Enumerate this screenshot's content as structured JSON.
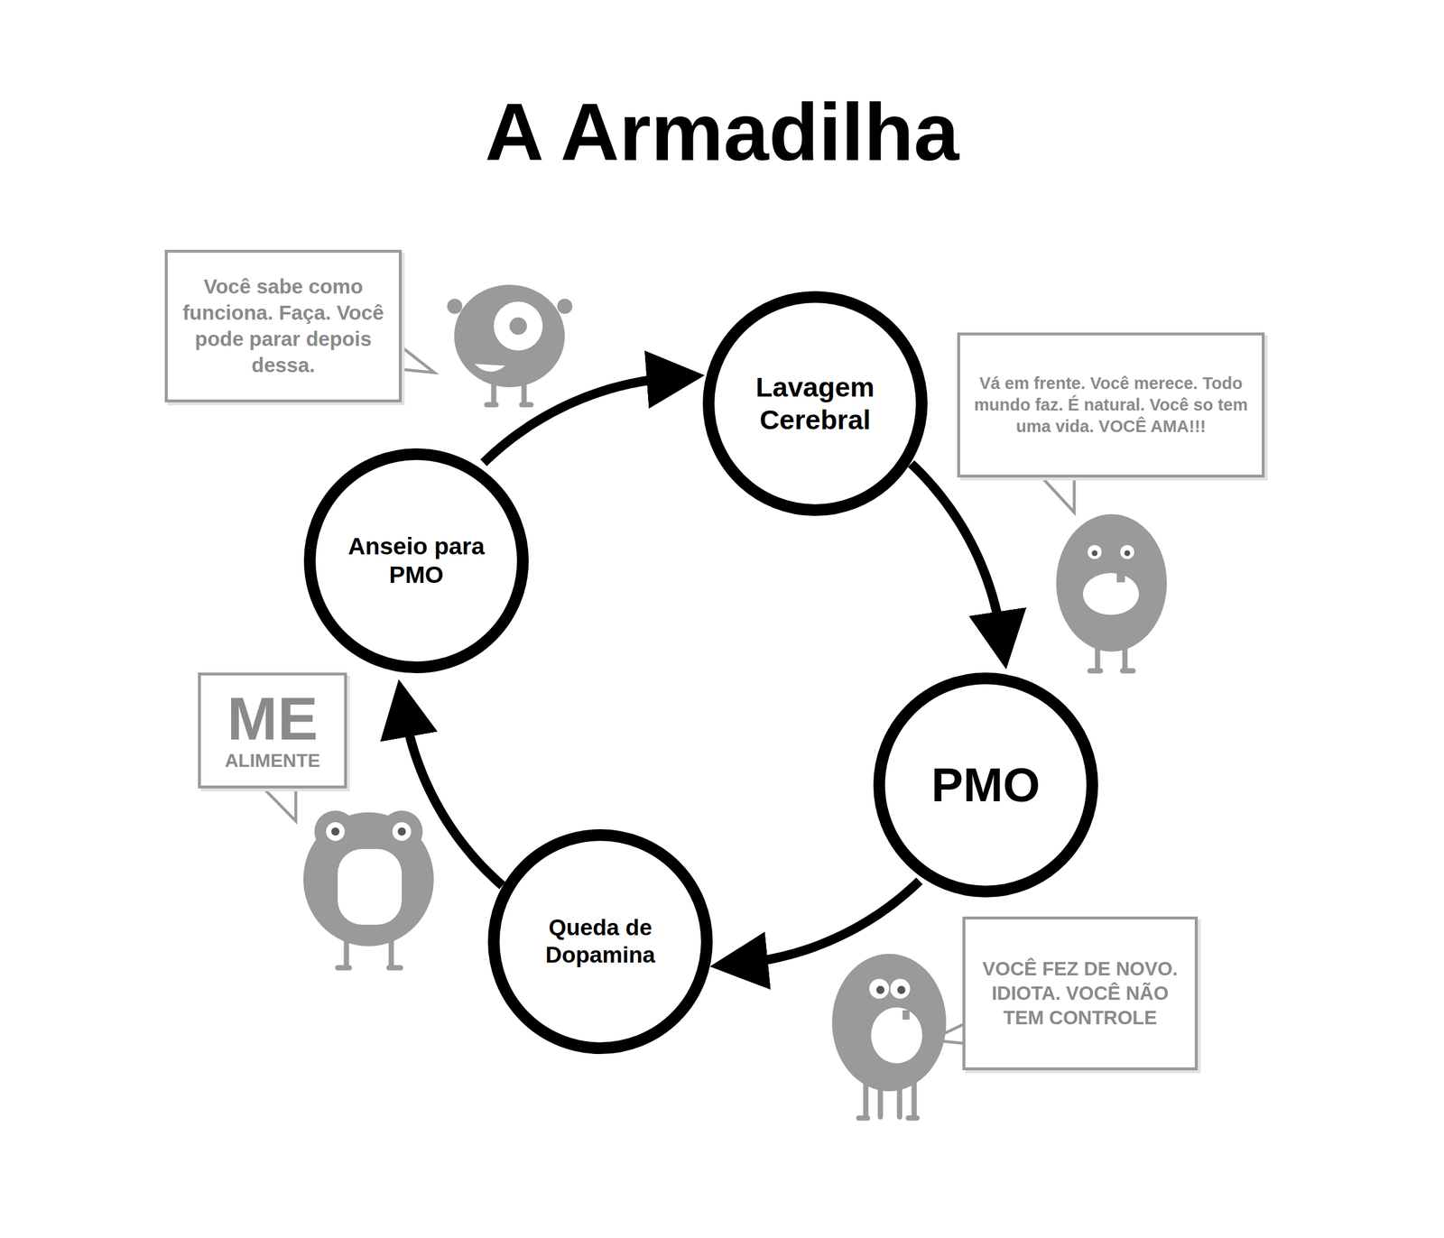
{
  "diagram": {
    "title": "A Armadilha",
    "nodes": [
      {
        "text": [
          "Você sabe como funciona. Faça. Você pode parar depois dessa."
        ]
      },
      {
        "text": [
          "Lavagem Cerebral"
        ]
      },
      {
        "text": [
          "Vá em frente. Você merece. Todo mundo faz. É natural. Você so tem uma vida. VOCÊ AMA!!!"
        ]
      },
      {
        "text": [
          "Anseio para PMO"
        ]
      },
      {
        "text": [
          "PMO"
        ]
      },
      {
        "text": [
          "ME",
          "ALIMENTE"
        ]
      },
      {
        "text": [
          "Queda de Dopamina"
        ]
      },
      {
        "text": [
          "VOCÊ FEZ DE NOVO. IDIOTA. VOCÊ NÃO TEM CONTROLE"
        ]
      }
    ],
    "edges": [
      {
        "from": 3,
        "to": 1,
        "arrow": "to"
      },
      {
        "from": 1,
        "to": 4,
        "arrow": "to"
      },
      {
        "from": 4,
        "to": 6,
        "arrow": "to"
      },
      {
        "from": 6,
        "to": 3,
        "arrow": "to"
      }
    ]
  }
}
